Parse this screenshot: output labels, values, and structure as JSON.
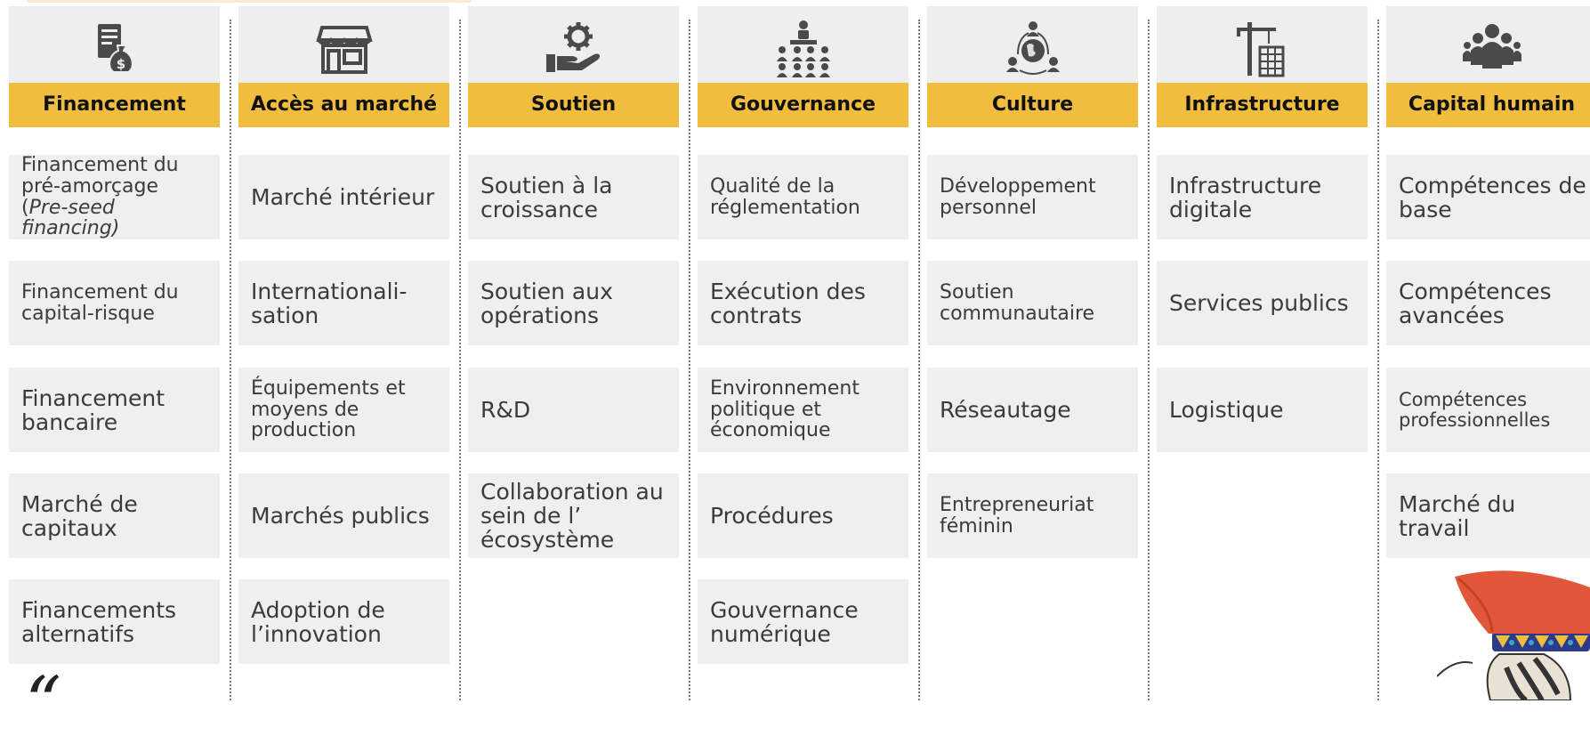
{
  "columns": [
    {
      "title": "Financement",
      "icon": "money-bag-document-icon",
      "items": [
        "Financement du pré-amorçage (",
        "Financement du capital-risque",
        "Financement bancaire",
        "Marché de capitaux",
        "Financements alternatifs"
      ],
      "first_item_italic": "Pre-seed financing)"
    },
    {
      "title": "Accès au marché",
      "icon": "storefront-icon",
      "items": [
        "Marché intérieur",
        "Internationali-sation",
        "Équipements et moyens de production",
        "Marchés publics",
        "Adoption de l’innovation"
      ]
    },
    {
      "title": "Soutien",
      "icon": "hand-gear-icon",
      "items": [
        "Soutien à la croissance",
        "Soutien aux opérations",
        "R&D",
        "Collaboration au sein de l’ écosystème"
      ]
    },
    {
      "title": "Gouvernance",
      "icon": "meeting-hierarchy-icon",
      "items": [
        "Qualité de la réglementation",
        "Exécution des contrats",
        "Environnement politique et économique",
        "Procédures",
        "Gouvernance numérique"
      ]
    },
    {
      "title": "Culture",
      "icon": "people-globe-icon",
      "items": [
        "Développement personnel",
        "Soutien communautaire",
        "Réseautage",
        "Entrepreneuriat féminin"
      ]
    },
    {
      "title": "Infrastructure",
      "icon": "crane-building-icon",
      "items": [
        "Infrastructure digitale",
        "Services publics",
        "Logistique"
      ]
    },
    {
      "title": "Capital humain",
      "icon": "people-group-icon",
      "items": [
        "Compétences de base",
        "Compétences avancées",
        "Compétences professionnelles",
        "Marché du travail"
      ]
    }
  ],
  "quote_mark": "“",
  "colors": {
    "accent": "#f0bd3f",
    "card": "#efefef",
    "header_bg": "#eeeeee",
    "text": "#3b3b3b",
    "icon": "#4a4a4a"
  }
}
